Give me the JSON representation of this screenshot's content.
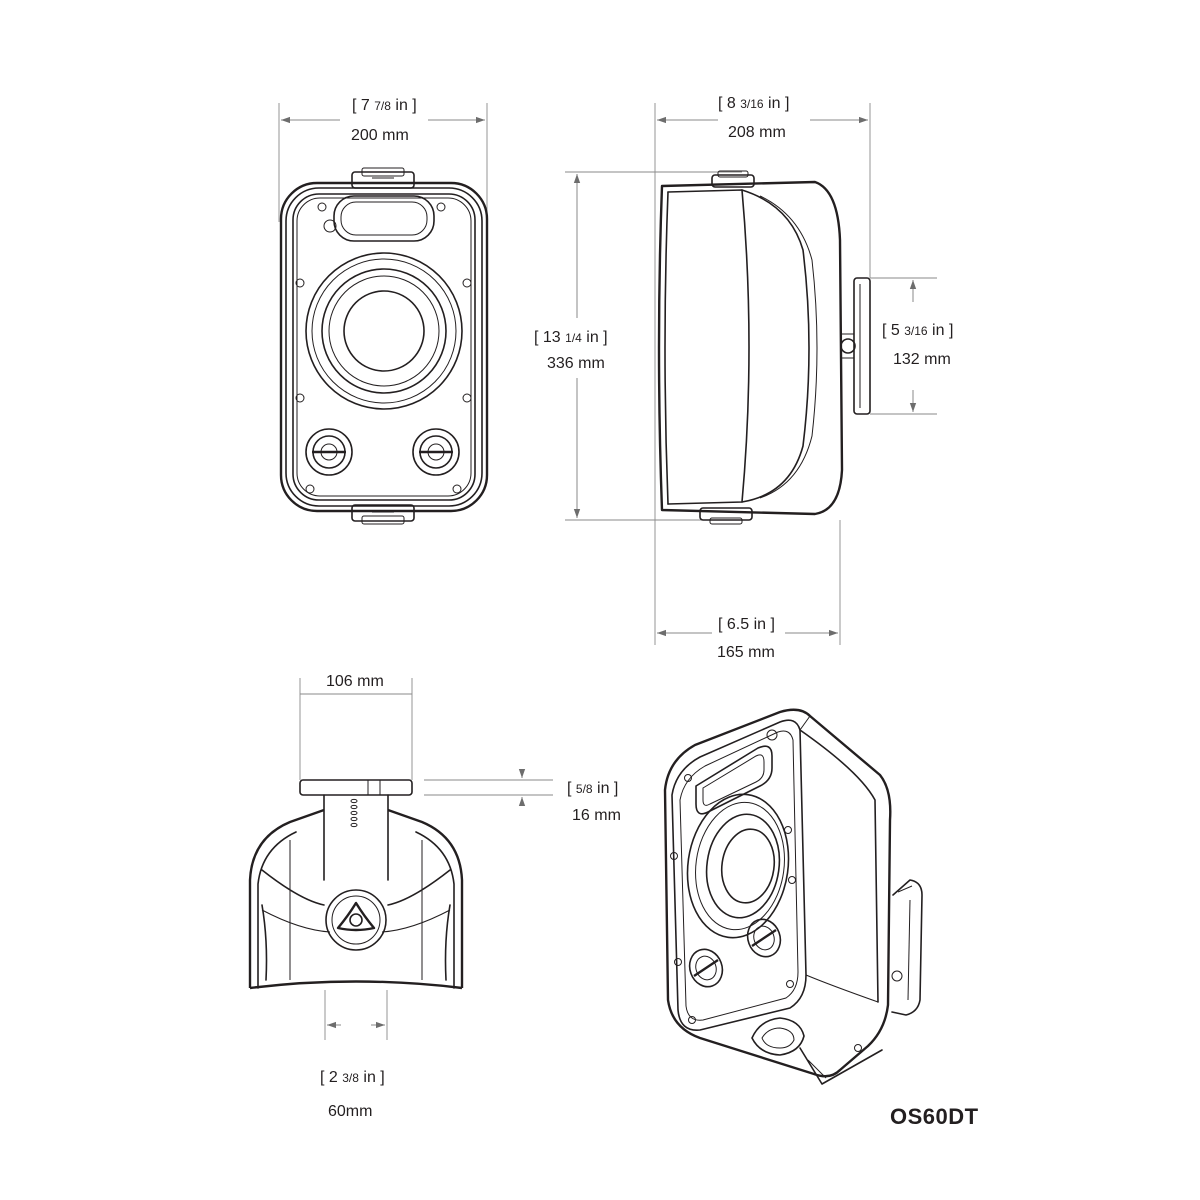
{
  "model": "OS60DT",
  "dimensions": {
    "front_width": {
      "inch_whole": "7",
      "inch_frac": "7/8",
      "metric": "200 mm"
    },
    "side_depth": {
      "inch_whole": "8",
      "inch_frac": "3/16",
      "metric": "208 mm"
    },
    "height": {
      "inch_whole": "13",
      "inch_frac": "1/4",
      "metric": "336 mm"
    },
    "bracket": {
      "inch_whole": "5",
      "inch_frac": "3/16",
      "metric": "132 mm"
    },
    "body_depth": {
      "inch_whole": "6.5",
      "inch_frac": "",
      "metric": "165 mm"
    },
    "bracket_width": {
      "metric": "106 mm"
    },
    "bracket_thick": {
      "inch_whole": "",
      "inch_frac": "5/8",
      "metric": "16 mm"
    },
    "bracket_hole": {
      "inch_whole": "2",
      "inch_frac": "3/8",
      "metric": "60mm"
    }
  }
}
